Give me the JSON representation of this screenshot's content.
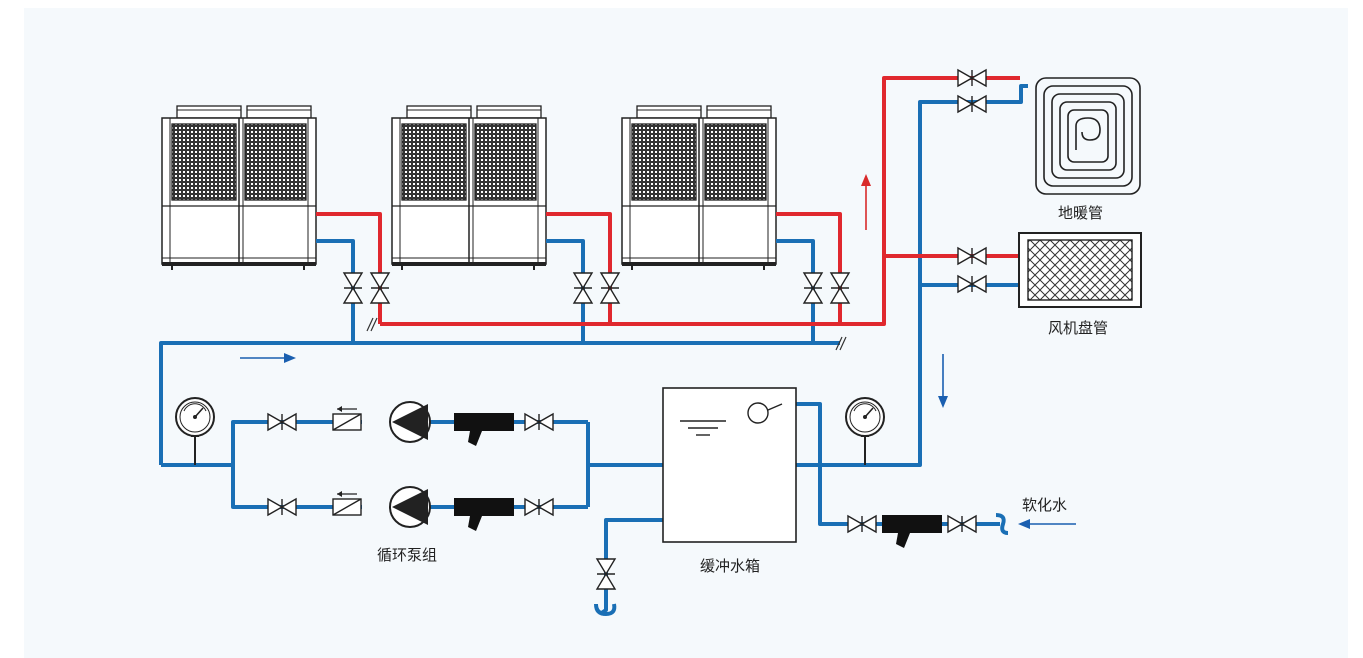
{
  "labels": {
    "floor_heating": "地暖管",
    "fan_coil": "风机盘管",
    "pump_group": "循环泵组",
    "buffer_tank": "缓冲水箱",
    "soft_water": "软化水"
  },
  "colors": {
    "supply_pipe": "#e0282e",
    "return_pipe": "#1a6fb5",
    "flow_arrow_blue": "#1a5fb0",
    "flow_arrow_red": "#d92a2a",
    "background": "#f5f9fc"
  },
  "icons": [
    "heat-pump-unit",
    "gate-valve-icon",
    "check-valve-icon",
    "pump-icon",
    "y-filter-icon",
    "pressure-gauge-icon",
    "floor-heating-coil-icon",
    "fan-coil-icon",
    "water-tank-icon",
    "float-valve-icon",
    "flow-arrow-icon"
  ]
}
